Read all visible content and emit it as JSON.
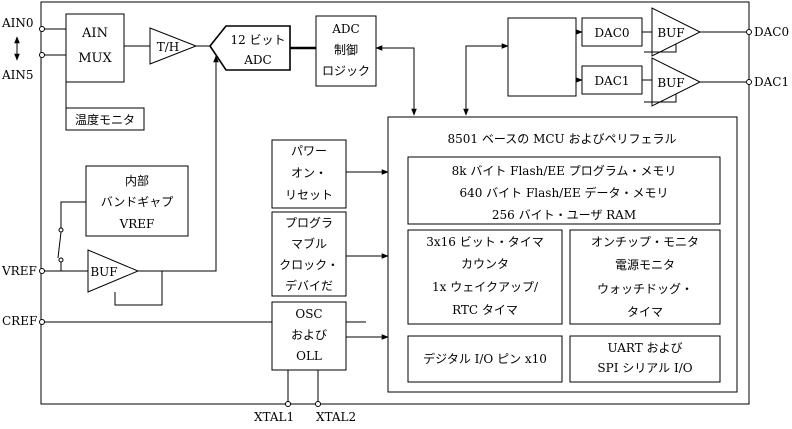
{
  "pins": {
    "ain0": "AIN0",
    "ain5": "AIN5",
    "vref": "VREF",
    "cref": "CREF",
    "xtal1": "XTAL1",
    "xtal2": "XTAL2",
    "dac0": "DAC0",
    "dac1": "DAC1"
  },
  "blocks": {
    "ain_mux": [
      "AIN",
      "MUX"
    ],
    "th": "T/H",
    "adc": [
      "12 ビット",
      "ADC"
    ],
    "adc_logic": [
      "ADC",
      "制御",
      "ロジック"
    ],
    "temp_monitor": "温度モニタ",
    "bandgap": [
      "内部",
      "バンドギャプ",
      "VREF"
    ],
    "buf": "BUF",
    "dac0": "DAC0",
    "dac1": "DAC1",
    "dac_buf": "BUF",
    "power_on_reset": [
      "パワー",
      "オン・",
      "リセット"
    ],
    "pll": [
      "プログラ",
      "マブル",
      "クロック・",
      "デバイだ"
    ],
    "osc": [
      "OSC",
      "および",
      "OLL"
    ]
  },
  "mcu": {
    "title": "8501 ベースの MCU およびペリフェラル",
    "memory": [
      "8k バイト Flash/EE プログラム・メモリ",
      "640 バイト Flash/EE データ・メモリ",
      "256 バイト・ユーザ RAM"
    ],
    "timer": [
      "3x16 ビット・タイマ",
      "カウンタ",
      "1x ウェイクアップ/",
      "RTC タイマ"
    ],
    "watchdog": [
      "オンチップ・モニタ",
      "電源モニタ",
      "ウォッチドッグ・",
      "タイマ"
    ],
    "gpio": "デジタル I/O ピン x10",
    "uart": [
      "UART および",
      "SPI シリアル I/O"
    ]
  }
}
